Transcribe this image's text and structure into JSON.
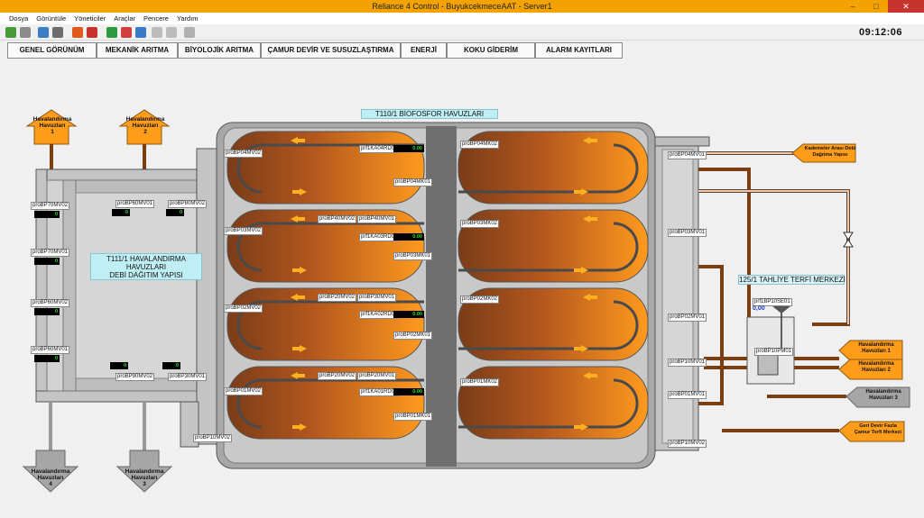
{
  "window": {
    "title": "Reliance 4 Control - BuyukcekmeceAAT - Server1",
    "min": "–",
    "max": "□",
    "close": "✕"
  },
  "menu": [
    "Dosya",
    "Görüntüle",
    "Yöneticiler",
    "Araçlar",
    "Pencere",
    "Yardım"
  ],
  "clock": "09:12:06",
  "nav": [
    "GENEL GÖRÜNÜM",
    "MEKANİK ARITMA",
    "BİYOLOJİK ARITMA",
    "ÇAMUR DEVİR VE SUSUZLAŞTIRMA",
    "ENERJİ",
    "KOKU GİDERİM",
    "ALARM KAYITLARI"
  ],
  "labels": {
    "t110": "T110/1 BİOFOSFOR HAVUZLARI",
    "t111_line1": "T111/1 HAVALANDIRMA",
    "t111_line2": "HAVUZLARI",
    "t111_line3": "DEBİ DAĞITIM YAPISI",
    "t125": "125/1 TAHLİYE TERFİ MERKEZİ"
  },
  "arrows": {
    "left_top_1": [
      "Havalandırma",
      "Havuzları",
      "1"
    ],
    "left_top_2": [
      "Havalandırma",
      "Havuzları",
      "2"
    ],
    "left_bot_4": [
      "Havalandırma",
      "Havuzları",
      "4"
    ],
    "left_bot_3": [
      "Havalandırma",
      "Havuzları",
      "3"
    ],
    "right_kademe": [
      "Kademeler Arası Debi",
      "Dağıtma Yapısı"
    ],
    "right_hav1": [
      "Havalandırma",
      "Havuzları 1"
    ],
    "right_hav2": [
      "Havalandırma",
      "Havuzları 2"
    ],
    "right_hav3": [
      "Havalandırma",
      "Havuzları 3"
    ],
    "right_gen": [
      "Geri Devir Fazla",
      "Çamur Terfi Merkezi"
    ]
  },
  "valves_left": [
    "proBP70MV02",
    "proBP70MV01",
    "proBP60MV02",
    "proBP60MV01"
  ],
  "valve_displays_left": [
    "0",
    "0",
    "0",
    "0"
  ],
  "dist_top": [
    "proBP60MV01",
    "proBP80MV02"
  ],
  "dist_bottom": [
    "proBP90MV02",
    "proBP30MV01"
  ],
  "dist_top_disp": [
    "0",
    "0"
  ],
  "dist_bottom_disp": [
    "0",
    "0"
  ],
  "basin_valves_left": [
    "proBP04MV02",
    "proBP03MV02",
    "proBP02MV02",
    "proBP01MV02",
    "proBP10MV02"
  ],
  "basin_valves_right": [
    "proBP04MV01",
    "proBP03MV01",
    "proBP02MV01",
    "proBP10MV01",
    "proBP01MV01",
    "proBP10MV02"
  ],
  "mid_valves": [
    [
      "proBP40MV02",
      "proBP40MV01"
    ],
    [
      "proBP20MV02",
      "proBP30MV01"
    ],
    [
      "proBP20MV02",
      "proBP20MV01"
    ]
  ],
  "flowmeters": [
    {
      "tag": "prf1KA04RD01",
      "value": "0.00"
    },
    {
      "tag": "prf1KA03RD01",
      "value": "0.00"
    },
    {
      "tag": "prf1KA02RD01",
      "value": "0.00"
    },
    {
      "tag": "prf1KA01RD01",
      "value": "0.00"
    }
  ],
  "mixers_left": [
    "proBP04MK01",
    "proBP03MK01",
    "proBP02MK01",
    "proBP01MK01"
  ],
  "mixers_right": [
    "proBP04MK02",
    "proBP03MK02",
    "proBP02MK02",
    "proBP01MK02"
  ],
  "pump_station": {
    "tag": "prf1BP10SE01",
    "value": "0,00",
    "pump": "proBP10PM01"
  },
  "colors": {
    "sludge_dark": "#7a3c18",
    "sludge_light": "#ff9a1e",
    "pipe": "#7a3e10",
    "concrete": "#c4c4c4",
    "arrow_orange": "#ff9c1a",
    "arrow_gray": "#a6a6a6"
  }
}
